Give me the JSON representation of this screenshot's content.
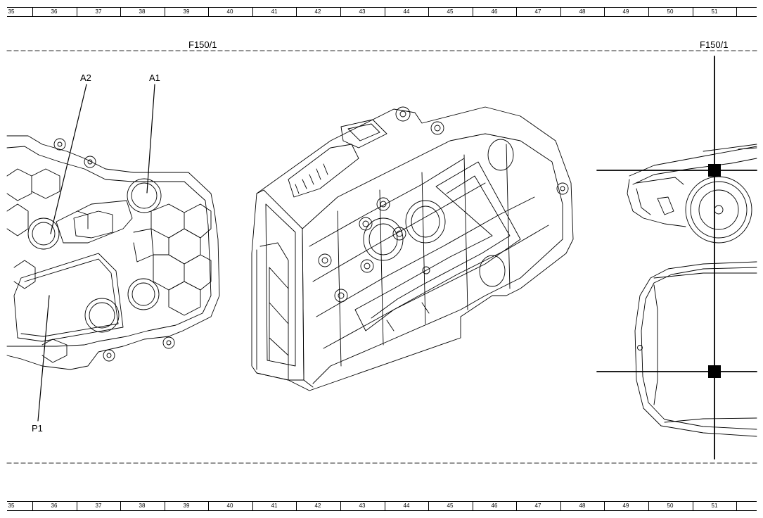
{
  "ruler": {
    "numbers": [
      "35",
      "36",
      "37",
      "38",
      "39",
      "40",
      "41",
      "42",
      "43",
      "44",
      "45",
      "46",
      "47",
      "48",
      "49",
      "50",
      "51"
    ]
  },
  "section": {
    "ref_left": "F150/1",
    "ref_right": "F150/1"
  },
  "callouts": {
    "a2": "A2",
    "a1": "A1",
    "p1": "P1"
  }
}
